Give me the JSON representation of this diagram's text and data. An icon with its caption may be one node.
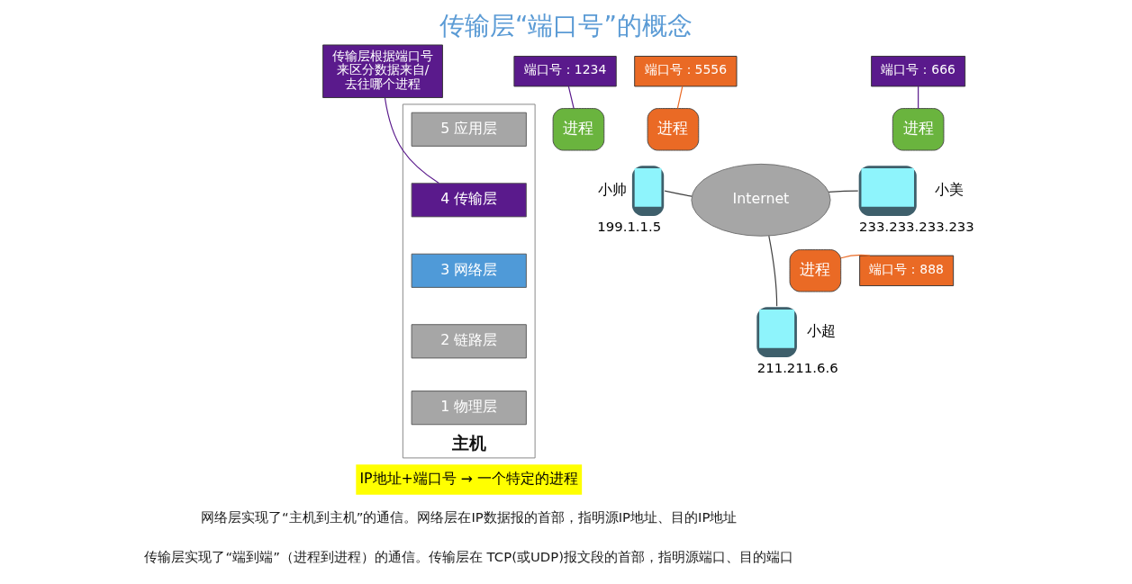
{
  "diagram": {
    "title": "传输层“端口号”的概念",
    "nodes": [
      {
        "text": [
          "传输层根据端口号来区分数据来自/去往哪个进程"
        ]
      },
      {
        "text": [
          "主机"
        ]
      },
      {
        "text": [
          "5 应用层"
        ],
        "in": 1
      },
      {
        "text": [
          "4 传输层"
        ],
        "in": 1
      },
      {
        "text": [
          "3 网络层"
        ],
        "in": 1
      },
      {
        "text": [
          "2 链路层"
        ],
        "in": 1
      },
      {
        "text": [
          "1 物理层"
        ],
        "in": 1
      },
      {
        "text": [
          "端口号：1234"
        ]
      },
      {
        "text": [
          "端口号：5556"
        ]
      },
      {
        "text": [
          "进程"
        ]
      },
      {
        "text": [
          "进程"
        ]
      },
      {
        "text": [],
        "shape": "phone",
        "beside": [
          "小帅",
          "199.1.1.5"
        ]
      },
      {
        "text": [
          "Internet"
        ]
      },
      {
        "text": [
          "端口号：666"
        ]
      },
      {
        "text": [
          "进程"
        ]
      },
      {
        "text": [],
        "shape": "phone",
        "beside": [
          "小美",
          "233.233.233.233"
        ]
      },
      {
        "text": [
          "进程"
        ]
      },
      {
        "text": [
          "端口号：888"
        ]
      },
      {
        "text": [],
        "shape": "phone",
        "beside": [
          "小超",
          "211.211.6.6"
        ]
      },
      {
        "text": [
          "IP地址+端口号 → 一个特定的进程"
        ]
      }
    ],
    "edges": [
      {
        "from": 0,
        "to": 3,
        "arrow": "none",
        "color": "#5a1a8c"
      },
      {
        "from": 7,
        "to": 9,
        "arrow": "none",
        "color": "#5a1a8c"
      },
      {
        "from": 8,
        "to": 10,
        "arrow": "none",
        "color": "#ea6a25"
      },
      {
        "from": 11,
        "to": 12,
        "arrow": "none"
      },
      {
        "from": 12,
        "to": 15,
        "arrow": "none"
      },
      {
        "from": 12,
        "to": 18,
        "arrow": "none"
      },
      {
        "from": 13,
        "to": 14,
        "arrow": "none",
        "color": "#5a1a8c"
      },
      {
        "from": 17,
        "to": 16,
        "arrow": "none",
        "color": "#ea6a25"
      }
    ],
    "labels": [
      "网络层实现了“主机到主机”的通信。网络层在IP数据报的首部，指明源IP地址、目的IP地址",
      "传输层实现了“端到端”（进程到进程）的通信。传输层在 TCP(或UDP)报文段的首部，指明源端口、目的端口"
    ]
  }
}
